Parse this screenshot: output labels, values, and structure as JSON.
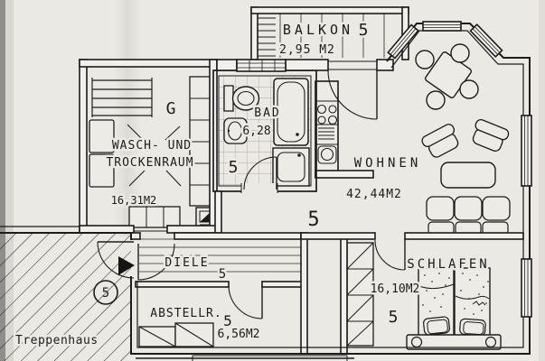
{
  "colors": {
    "paper": "#ebe9e4",
    "ink": "#1c1c1b"
  },
  "rooms": {
    "balkon": {
      "label": "BALKON",
      "unit": "5",
      "area": "2,95 M2"
    },
    "waschraum": {
      "label_line1": "WASCH- UND",
      "label_line2": "TROCKENRAUM",
      "area": "16,31M2",
      "storage_tag": "G"
    },
    "bad": {
      "label": "BAD",
      "area": "6,28",
      "unit": "5"
    },
    "wohnen": {
      "label": "WOHNEN",
      "area": "42,44M2",
      "unit": "5"
    },
    "diele": {
      "label": "DIELE",
      "unit": "5"
    },
    "abstellraum": {
      "label": "ABSTELLR.",
      "area": "6,56M2",
      "unit": "5"
    },
    "schlafen": {
      "label": "SCHLAFEN",
      "area": "16,10M2",
      "unit": "5"
    },
    "treppenhaus": {
      "label": "Treppenhaus"
    },
    "entrance": {
      "unit_badge": "5"
    }
  }
}
